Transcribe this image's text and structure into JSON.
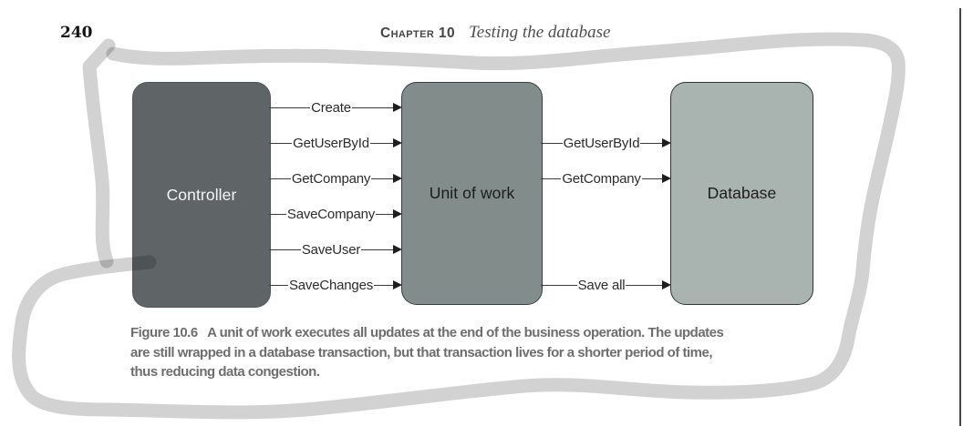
{
  "page": {
    "number": "240"
  },
  "header": {
    "chapter_label": "Chapter 10",
    "chapter_title": "Testing the database"
  },
  "diagram": {
    "boxes": {
      "controller": "Controller",
      "unit_of_work": "Unit of work",
      "database": "Database"
    },
    "controller_to_unit_arrows": [
      "Create",
      "GetUserById",
      "GetCompany",
      "SaveCompany",
      "SaveUser",
      "SaveChanges"
    ],
    "unit_to_database_arrows": [
      "GetUserById",
      "GetCompany",
      "Save all"
    ],
    "colors": {
      "controller_fill": "#5f6567",
      "unit_of_work_fill": "#828c8b",
      "database_fill": "#a9b4b1",
      "arrow_line": "#3c3c3c",
      "annotation_stroke": "#d2d2d2"
    }
  },
  "caption": {
    "label": "Figure 10.6",
    "lines": [
      "Figure 10.6   A unit of work executes all updates at the end of the business operation. The updates",
      "are still wrapped in a database transaction, but that transaction lives for a shorter period of time,",
      "thus reducing data congestion."
    ]
  }
}
